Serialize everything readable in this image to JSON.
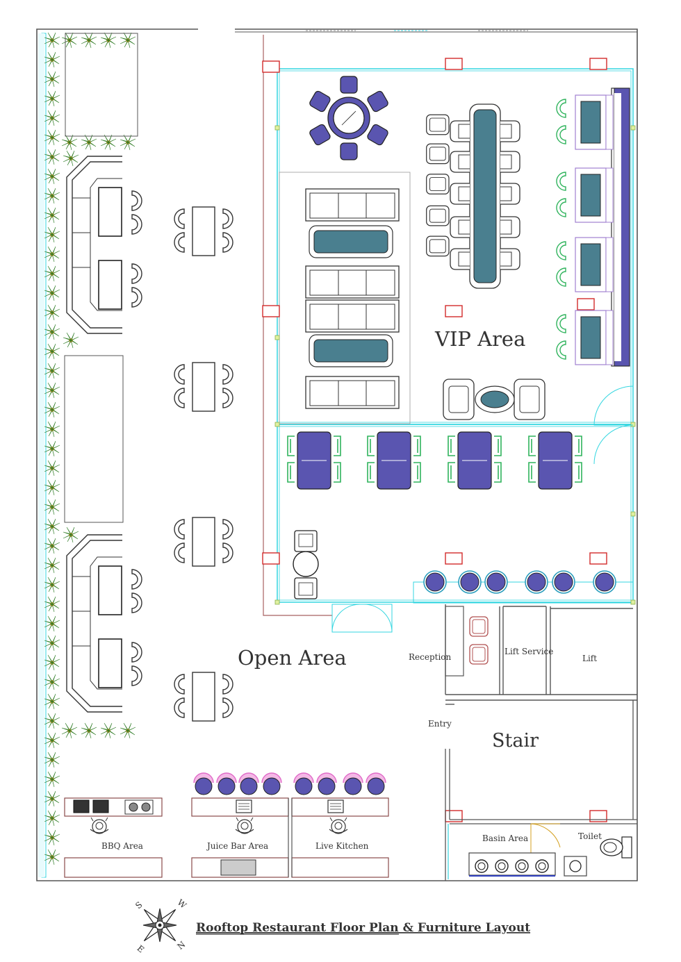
{
  "labels": {
    "open_area": "Open Area",
    "vip_area": "VIP Area",
    "reception": "Reception",
    "lift_service": "Lift Service",
    "lift": "Lift",
    "entry": "Entry",
    "stair": "Stair",
    "bbq_area": "BBQ Area",
    "juice_bar_area": "Juice Bar Area",
    "live_kitchen": "Live Kitchen",
    "basin_area": "Basin Area",
    "toilet": "Toilet"
  },
  "title": "Rooftop Restaurant Floor Plan & Furniture Layout",
  "compass": {
    "s": "S",
    "w": "W",
    "e": "E",
    "n": "N"
  },
  "colors": {
    "wall": "#555555",
    "glass": "#33d6e0",
    "accent": "#5a55b0",
    "table_teal": "#4a7f8f",
    "chair_green": "#2fb35c",
    "window_red": "#d22b2b",
    "stool_pink": "#e06cc8",
    "plant": "#3a9a2a"
  }
}
